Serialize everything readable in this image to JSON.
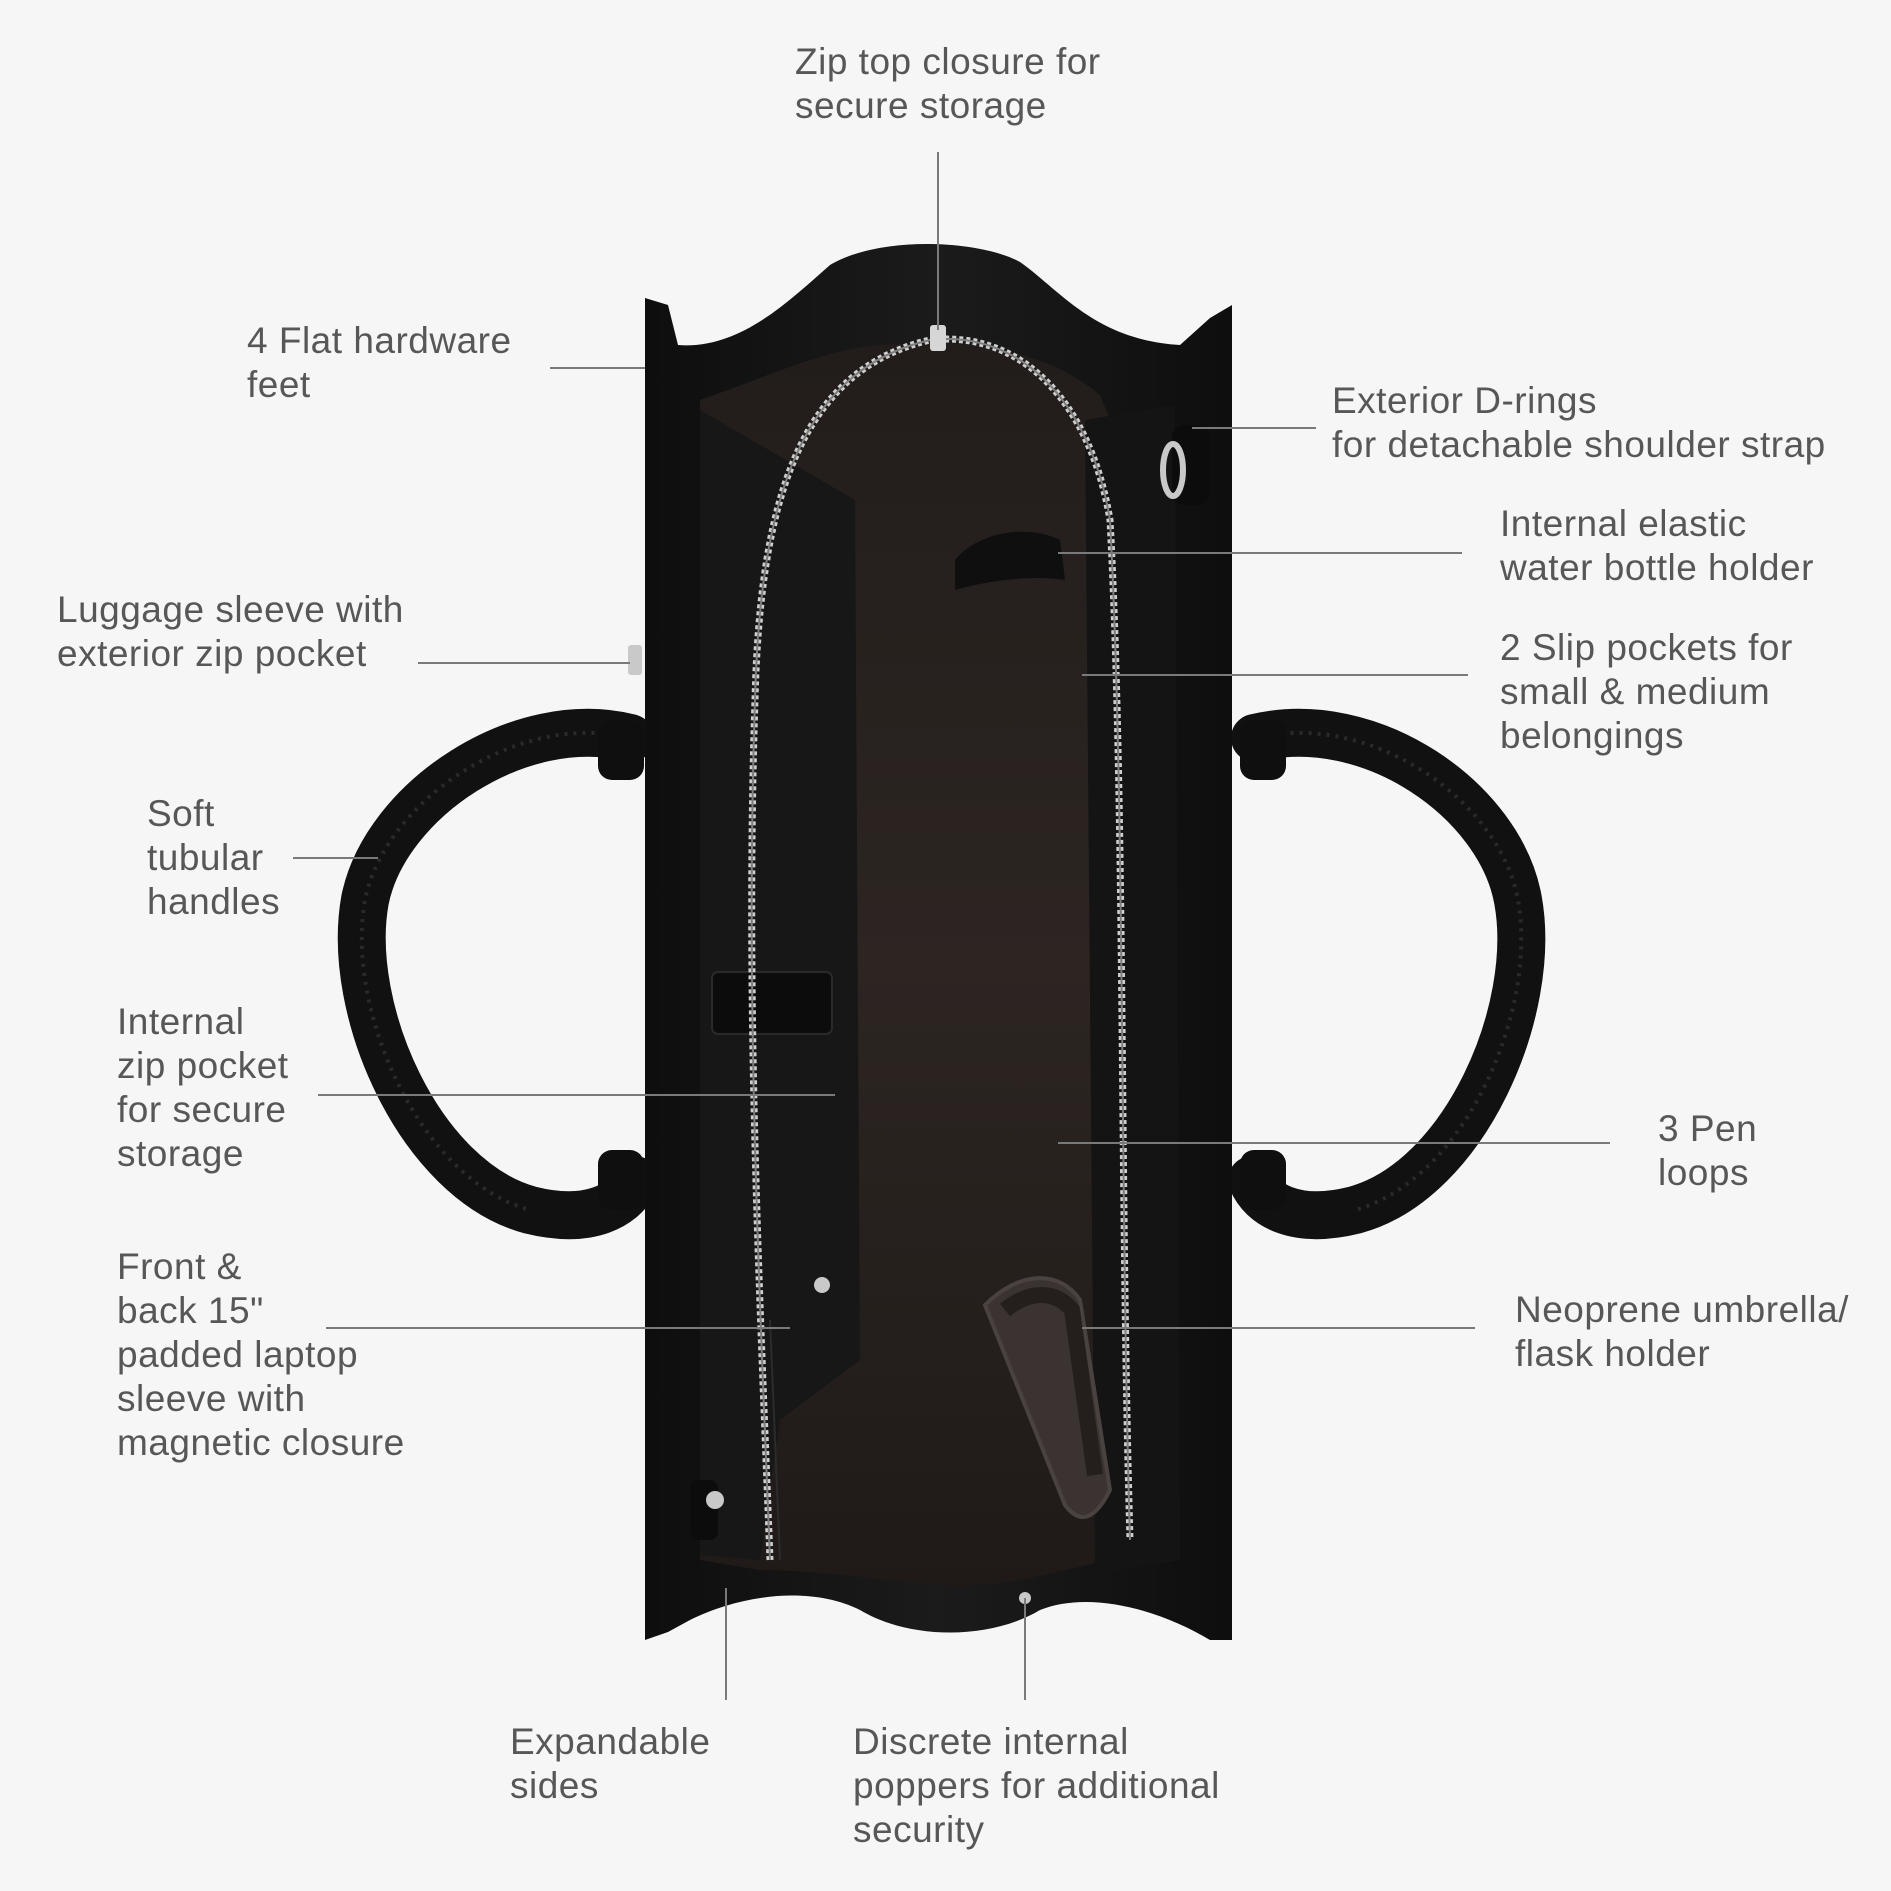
{
  "colors": {
    "background": "#f6f6f6",
    "text": "#575757",
    "leader_line": "#7a7a7a",
    "bag_leather": "#141414",
    "bag_lining": "#2a2421",
    "zipper": "#c9c9c9"
  },
  "subject": "black-leather-tote-bag",
  "callouts": {
    "zip_top": [
      "Zip top closure for",
      "secure storage"
    ],
    "hardware_feet": [
      "4 Flat hardware",
      "feet"
    ],
    "d_rings": [
      "Exterior D-rings",
      "for detachable shoulder strap"
    ],
    "bottle_holder": [
      "Internal elastic",
      "water bottle holder"
    ],
    "luggage_sleeve": [
      "Luggage sleeve with",
      "exterior zip pocket"
    ],
    "slip_pockets": [
      "2 Slip pockets for",
      "small & medium",
      "belongings"
    ],
    "handles": [
      "Soft",
      "tubular",
      "handles"
    ],
    "zip_pocket": [
      "Internal",
      "zip pocket",
      "for secure",
      "storage"
    ],
    "pen_loops": [
      "3 Pen",
      "loops"
    ],
    "laptop_sleeve": [
      "Front &",
      "back 15\"",
      "padded laptop",
      "sleeve with",
      "magnetic closure"
    ],
    "umbrella_holder": [
      "Neoprene umbrella/",
      "flask holder"
    ],
    "expandable_sides": [
      "Expandable",
      "sides"
    ],
    "poppers": [
      "Discrete internal",
      "poppers for additional",
      "security"
    ]
  }
}
